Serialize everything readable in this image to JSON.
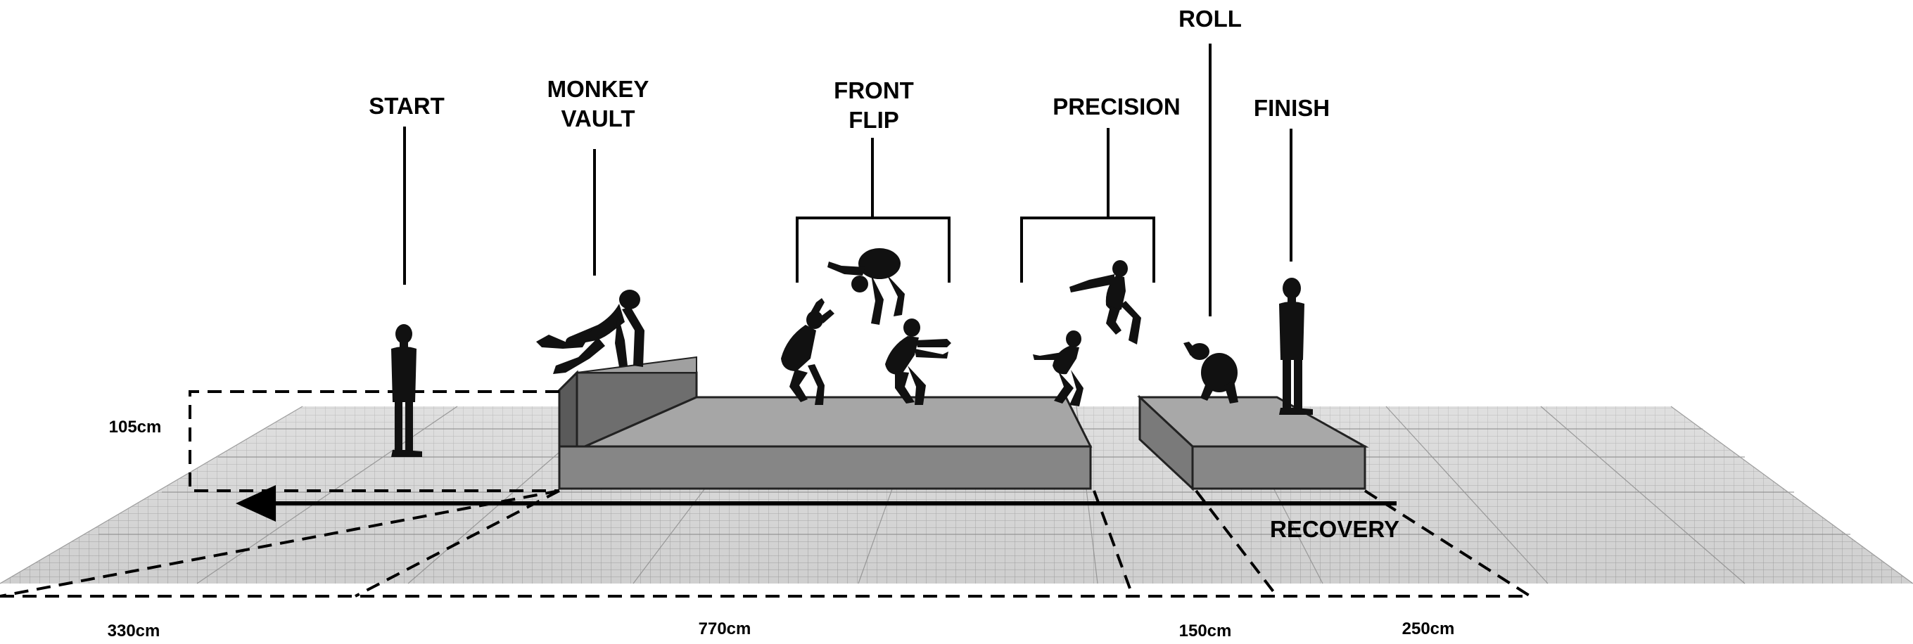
{
  "figure": {
    "stages": {
      "start": "START",
      "monkey_vault_line1": "MONKEY",
      "monkey_vault_line2": "VAULT",
      "front_flip_line1": "FRONT",
      "front_flip_line2": "FLIP",
      "precision": "PRECISION",
      "roll": "ROLL",
      "finish": "FINISH",
      "recovery": "RECOVERY"
    },
    "measurements": {
      "height": "105cm",
      "segment_1": "330cm",
      "segment_2": "770cm",
      "segment_3": "150cm",
      "segment_4": "250cm"
    }
  }
}
